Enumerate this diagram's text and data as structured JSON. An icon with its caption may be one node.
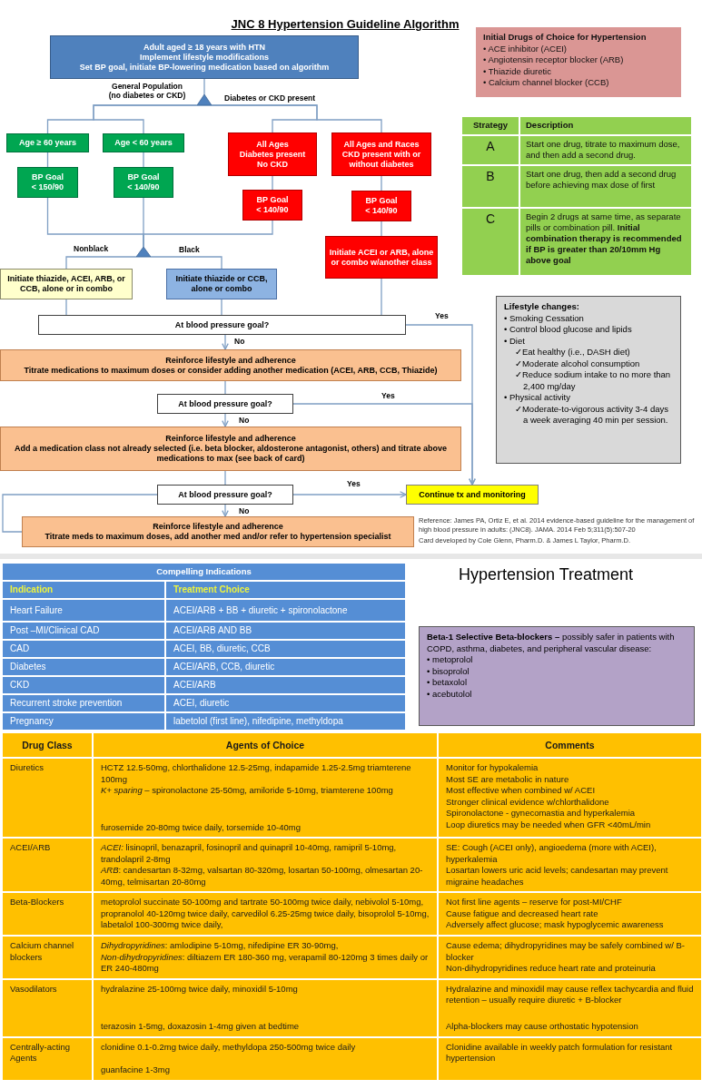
{
  "diagram": {
    "title": "JNC 8 Hypertension Guideline Algorithm",
    "nodes": [
      {
        "text": [
          "Adult aged ≥ 18 years with HTN",
          "Implement lifestyle modifications",
          "Set BP goal, initiate BP-lowering medication based on algorithm"
        ]
      },
      {
        "text": [],
        "shape": "triangle"
      },
      {
        "text": [
          "Age ≥ 60 years"
        ]
      },
      {
        "text": [
          "Age < 60 years"
        ]
      },
      {
        "text": [
          "All Ages",
          "Diabetes present",
          "No CKD"
        ]
      },
      {
        "text": [
          "All Ages and Races",
          "CKD present with or without diabetes"
        ]
      },
      {
        "text": [
          "BP Goal",
          "< 150/90"
        ]
      },
      {
        "text": [
          "BP Goal",
          "< 140/90"
        ]
      },
      {
        "text": [
          "BP Goal",
          "< 140/90"
        ]
      },
      {
        "text": [
          "BP Goal",
          "< 140/90"
        ]
      },
      {
        "text": [],
        "shape": "triangle"
      },
      {
        "text": [
          "Initiate ACEI or ARB, alone or combo w/another class"
        ]
      },
      {
        "text": [
          "Initiate thiazide, ACEI, ARB, or CCB, alone or in combo"
        ]
      },
      {
        "text": [
          "Initiate thiazide or CCB, alone or combo"
        ]
      },
      {
        "text": [
          "At blood pressure goal?"
        ]
      },
      {
        "text": [
          "Reinforce lifestyle and adherence",
          "Titrate medications to maximum doses or consider adding another medication (ACEI, ARB, CCB, Thiazide)"
        ]
      },
      {
        "text": [
          "At blood pressure goal?"
        ]
      },
      {
        "text": [
          "Reinforce lifestyle and adherence",
          "Add a medication class not already selected (i.e. beta blocker, aldosterone antagonist, others) and titrate above medications to max (see back of card)"
        ]
      },
      {
        "text": [
          "At blood pressure goal?"
        ]
      },
      {
        "text": [
          "Continue tx and monitoring"
        ]
      },
      {
        "text": [
          "Reinforce lifestyle and adherence",
          "Titrate meds to maximum doses, add another med and/or refer to hypertension specialist"
        ]
      },
      {
        "text": [
          "Initial Drugs of Choice for Hypertension",
          "• ACE inhibitor (ACEI)",
          "• Angiotensin receptor blocker (ARB)",
          "• Thiazide diuretic",
          "• Calcium channel blocker (CCB)"
        ]
      },
      {
        "text": [
          "Lifestyle changes:",
          "• Smoking Cessation",
          "• Control blood glucose and lipids",
          "• Diet",
          "✓Eat healthy (i.e., DASH diet)",
          "✓Moderate alcohol consumption",
          "✓Reduce sodium intake to no more than 2,400 mg/day",
          "• Physical activity",
          "✓Moderate-to-vigorous activity 3-4 days a week averaging 40 min per session."
        ]
      },
      {
        "text": [
          "**Beta-1 Selective Beta-blockers –** possibly safer in patients with COPD, asthma, diabetes, and peripheral vascular disease:",
          "• metoprolol",
          "• bisoprolol",
          "• betaxolol",
          "• acebutolol"
        ]
      }
    ],
    "edges": [
      {
        "from": 0,
        "to": 1,
        "arrow": "none"
      },
      {
        "from": 1,
        "to": 2,
        "arrow": "none",
        "label": "General Population (no diabetes or CKD)"
      },
      {
        "from": 1,
        "to": 3,
        "arrow": "none"
      },
      {
        "from": 1,
        "to": 4,
        "arrow": "none",
        "label": "Diabetes or CKD present"
      },
      {
        "from": 1,
        "to": 5,
        "arrow": "none"
      },
      {
        "from": 2,
        "to": 6,
        "arrow": "none"
      },
      {
        "from": 3,
        "to": 7,
        "arrow": "none"
      },
      {
        "from": 4,
        "to": 8,
        "arrow": "none"
      },
      {
        "from": 5,
        "to": 9,
        "arrow": "none"
      },
      {
        "from": 6,
        "to": 10,
        "arrow": "none"
      },
      {
        "from": 7,
        "to": 10,
        "arrow": "none"
      },
      {
        "from": 8,
        "to": 10,
        "arrow": "none"
      },
      {
        "from": 9,
        "to": 11,
        "arrow": "none"
      },
      {
        "from": 10,
        "to": 12,
        "arrow": "none",
        "label": "Nonblack"
      },
      {
        "from": 10,
        "to": 13,
        "arrow": "none",
        "label": "Black"
      },
      {
        "from": 12,
        "to": 14,
        "arrow": "none"
      },
      {
        "from": 13,
        "to": 14,
        "arrow": "none"
      },
      {
        "from": 11,
        "to": 14,
        "arrow": "none"
      },
      {
        "from": 14,
        "to": 15,
        "arrow": "to",
        "label": "No"
      },
      {
        "from": 14,
        "to": 19,
        "arrow": "to",
        "label": "Yes"
      },
      {
        "from": 15,
        "to": 16,
        "arrow": "none"
      },
      {
        "from": 16,
        "to": 17,
        "arrow": "to",
        "label": "No"
      },
      {
        "from": 16,
        "to": 19,
        "arrow": "to",
        "label": "Yes"
      },
      {
        "from": 17,
        "to": 18,
        "arrow": "none"
      },
      {
        "from": 18,
        "to": 19,
        "arrow": "to",
        "label": "Yes"
      },
      {
        "from": 18,
        "to": 20,
        "arrow": "to",
        "label": "No"
      },
      {
        "from": 20,
        "to": 18,
        "arrow": "none"
      }
    ],
    "labels": [
      "Strategy",
      "Description",
      "A",
      "Start one drug, titrate to maximum dose, and then add a second drug.",
      "B",
      "Start one drug, then add a second drug before achieving max dose of first",
      "C",
      "Begin 2 drugs at same time, as separate pills or combination pill. **Initial combination therapy is recommended if BP is greater than 20/10mm Hg above goal**",
      "Reference: James PA, Ortiz E, et al. 2014 evidence-based guideline for the management of high blood pressure in adults: (JNC8). JAMA. 2014 Feb 5;311(5):507-20",
      "Card developed by Cole Glenn, Pharm.D. & James L Taylor, Pharm.D.",
      "Hypertension Treatment",
      "Compelling Indications",
      "Indication",
      "Treatment Choice",
      "Heart Failure",
      "ACEI/ARB + BB + diuretic + spironolactone",
      "Post –MI/Clinical CAD",
      "ACEI/ARB AND BB",
      "CAD",
      "ACEI, BB, diuretic, CCB",
      "Diabetes",
      "ACEI/ARB, CCB, diuretic",
      "CKD",
      "ACEI/ARB",
      "Recurrent stroke prevention",
      "ACEI, diuretic",
      "Pregnancy",
      "labetolol (first line), nifedipine, methyldopa",
      "Drug Class",
      "Agents of Choice",
      "Comments",
      "Diuretics",
      "HCTZ 12.5-50mg, chlorthalidone 12.5-25mg, indapamide 1.25-2.5mg triamterene 100mg",
      "*K+ sparing* – spironolactone 25-50mg, amiloride 5-10mg, triamterene 100mg",
      "furosemide 20-80mg twice daily, torsemide 10-40mg",
      "Monitor for hypokalemia",
      "Most SE are metabolic in nature",
      "Most effective when combined w/ ACEI",
      "Stronger clinical evidence w/chlorthalidone",
      "Spironolactone - gynecomastia and hyperkalemia",
      "Loop diuretics may be needed when GFR <40mL/min",
      "ACEI/ARB",
      "*ACEI:* lisinopril, benazapril, fosinopril and quinapril 10-40mg, ramipril 5-10mg, trandolapril 2-8mg",
      "*ARB*: candesartan 8-32mg, valsartan 80-320mg, losartan 50-100mg, olmesartan 20-40mg, telmisartan 20-80mg",
      "SE: Cough (ACEI only), angioedema (more with ACEI), hyperkalemia",
      "Losartan lowers uric acid levels; candesartan may prevent migraine headaches",
      "Beta-Blockers",
      "metoprolol succinate 50-100mg and tartrate 50-100mg twice daily, nebivolol 5-10mg, propranolol 40-120mg twice daily, carvedilol 6.25-25mg twice daily, bisoprolol 5-10mg, labetalol 100-300mg twice daily,",
      "Not first line agents – reserve for post-MI/CHF",
      "Cause fatigue and decreased heart rate",
      "Adversely affect glucose; mask hypoglycemic awareness",
      "Calcium channel blockers",
      "*Dihydropyridines*: amlodipine 5-10mg, nifedipine ER 30-90mg,",
      "*Non-dihydropyridines*: diltiazem ER 180-360 mg, verapamil 80-120mg 3 times daily or ER 240-480mg",
      "Cause edema; dihydropyridines may be safely combined w/ B-blocker",
      "Non-dihydropyridines reduce heart rate and proteinuria",
      "Vasodilators",
      "hydralazine 25-100mg twice daily, minoxidil 5-10mg",
      "terazosin 1-5mg, doxazosin 1-4mg given at bedtime",
      "Hydralazine and minoxidil may cause reflex tachycardia and fluid retention – usually require diuretic + B-blocker",
      "Alpha-blockers may cause orthostatic hypotension",
      "Centrally-acting Agents",
      "clonidine 0.1-0.2mg twice daily, methyldopa 250-500mg twice daily",
      "guanfacine 1-3mg",
      "Clonidine available in weekly patch formulation for resistant hypertension"
    ]
  }
}
